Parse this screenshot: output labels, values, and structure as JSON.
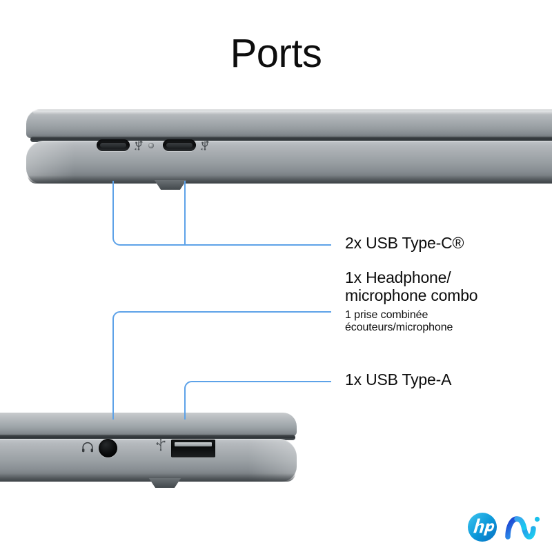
{
  "page": {
    "title": "Ports",
    "background_color": "#ffffff",
    "text_color": "#0e0e0e"
  },
  "callout_color": "#5da2e8",
  "labels": {
    "usb_c": "2x USB Type-C®",
    "headphone_line1": "1x Headphone/",
    "headphone_line2": "microphone combo",
    "headphone_sub_line1": "1 prise combinée",
    "headphone_sub_line2": "écouteurs/microphone",
    "usb_a": "1x USB Type-A"
  },
  "devices": {
    "top_laptop": {
      "name": "laptop-closed-left-side",
      "ports": [
        {
          "id": "usbc-port-1",
          "type": "usb-c",
          "marking": "SuperSpeed USB"
        },
        {
          "id": "power-led",
          "type": "indicator",
          "marking": "power-led"
        },
        {
          "id": "usbc-port-2",
          "type": "usb-c",
          "marking": "SuperSpeed USB"
        }
      ]
    },
    "bottom_laptop": {
      "name": "laptop-closed-right-side",
      "ports": [
        {
          "id": "headphone-jack",
          "type": "3.5mm-combo-jack",
          "marking": "headset"
        },
        {
          "id": "usb-a-port",
          "type": "usb-a",
          "marking": "SuperSpeed USB"
        }
      ]
    }
  },
  "logos": {
    "hp": {
      "name": "hp-logo",
      "text": "hp",
      "color": "#0096d6"
    },
    "ai": {
      "name": "ai-logo",
      "text": "AI",
      "color_start": "#1b4fd8",
      "color_end": "#19c5e8"
    }
  },
  "icons": {
    "superspeed": "superspeed-usb-icon",
    "headset": "headset-icon",
    "power_led": "power-led-icon"
  }
}
